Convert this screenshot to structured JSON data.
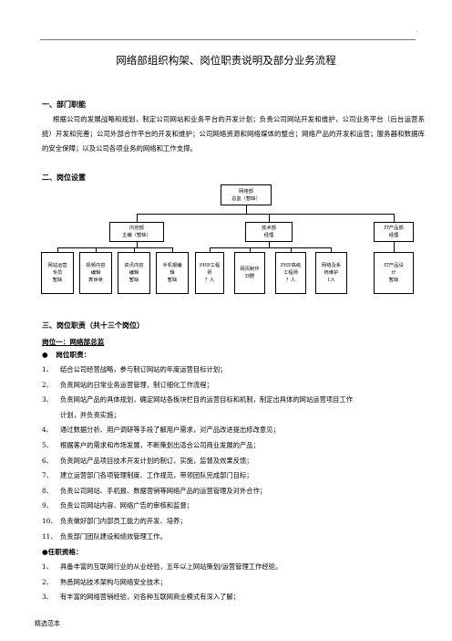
{
  "header_mark": ".",
  "doc_title": "网络部组织构架、岗位职责说明及部分业务流程",
  "section1": {
    "heading": "一、部门职能",
    "body": "根据公司的发展战略和规划，制定公司网站和业务平台的开发计划；负责公司网站开发和维护，公司业务平台（后台运营系统）开发和完善；公司外部合作平台的开发和维护；公司网络资源和网络媒体的整合；网络产品的开发和运营；服务器和数据库的安全保障；以及公司各项业务的网络和工作支撑。"
  },
  "section2": {
    "heading": "二、岗位设置",
    "org": {
      "top": "网络部\n总监（暂缺）",
      "mid": [
        "内容部\n主编（暂缺）",
        "技术部\n经理",
        "IT产品部\n经理"
      ],
      "leaves": [
        "网站运营\n专员\n暂缺",
        "视频内容\n编辑\n袁世英",
        "资讯内容\n编辑\n暂缺",
        "手机报编\n辑\n暂缺",
        "PHP工程\n师\n？人",
        "网页制作\n刘野",
        "PHP高级\n工程师\n？人",
        "网络及系\n统维护\n1人",
        "IT产品设\n计\n暂缺"
      ]
    }
  },
  "section3": {
    "heading": "三、岗位职责（共十三个岗位）",
    "post_title": "岗位一：网络部总监",
    "duties_label": "岗位职责：",
    "duties": [
      {
        "n": "1、",
        "t": "结合公司经营战略，参与制订网站的年度运营目标计划；"
      },
      {
        "n": "2、",
        "t": "负责网站的日常业务运营管理，制订细化工作流程；"
      },
      {
        "n": "3、",
        "t": "负责网站产品的具体规划，确定网站各板块栏目的运营目标和机制，制定出具体的网站运营项目工作"
      },
      {
        "n": "",
        "t": "计划，并负责实施；"
      },
      {
        "n": "4、",
        "t": "通过数据分析、用户调研等手段了解用户需求，对产品改进提出修改意见；"
      },
      {
        "n": "5、",
        "t": "根据客户的需求和市场发展，不断策划出适合公司商业发展的产品；"
      },
      {
        "n": "6、",
        "t": "负责网站产品项目技术开发计划的制订，实施，监督及效果反馈；"
      },
      {
        "n": "7、",
        "t": "建立运营部门各项管理制度、工作规范，带领团队完成部门目标；"
      },
      {
        "n": "8、",
        "t": "负责公司网站、手机报、数据营销等网络产品的运营管理及对外合作；"
      },
      {
        "n": "9、",
        "t": "负责公司网站内容、网络广告的审核和监督；"
      },
      {
        "n": "10、",
        "t": "负责做好部门内部员工能力的开发、培养；"
      },
      {
        "n": "11、",
        "t": "负责部门团队建设和绩效管理工作。"
      }
    ],
    "qual_label": "●任职资格：",
    "quals": [
      {
        "n": "1、",
        "t": "具备丰富的互联网行业的从业经验，五年以上网站策划/运营管理工作经验。"
      },
      {
        "n": "2、",
        "t": "熟悉网站技术架构与网络安全技术；"
      },
      {
        "n": "3、",
        "t": "有丰富的网络营销经验，对各种互联网商业模式有深入了解；"
      }
    ]
  },
  "footer": "精选范本"
}
